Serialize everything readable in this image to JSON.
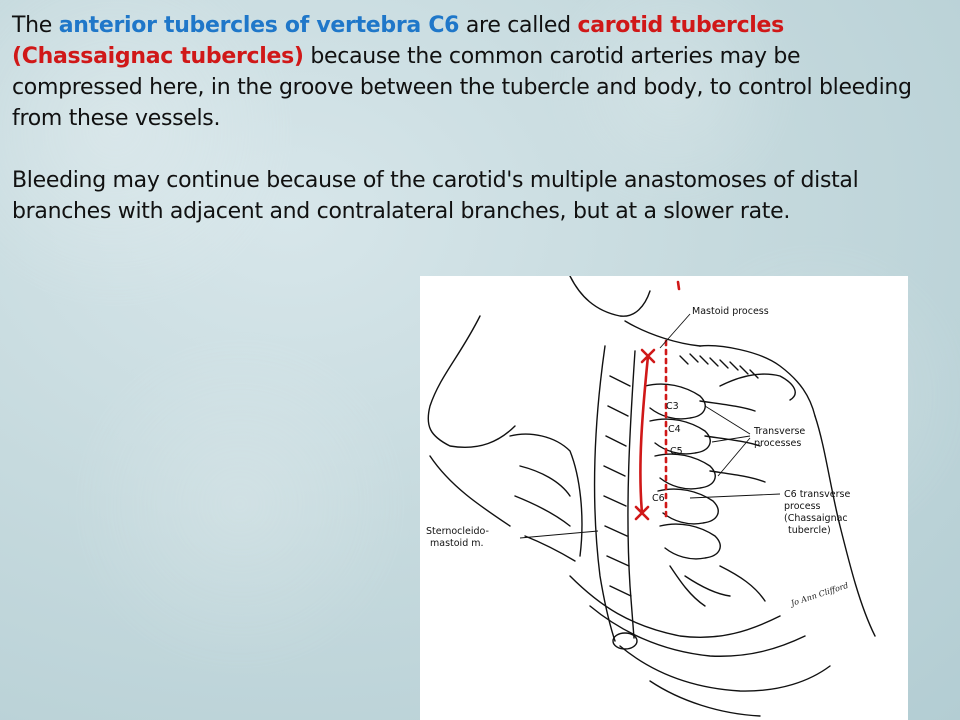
{
  "paragraph1": {
    "t1": "The ",
    "t2": "anterior tubercles of vertebra C6",
    "t3": " are called ",
    "t4": "carotid tubercles (Chassaignac tubercles)",
    "t5": " because the common carotid arteries may be compressed here, in the groove between the tubercle and body, to control bleeding from these vessels."
  },
  "paragraph2": {
    "text": "Bleeding may continue because of the carotid's multiple anastomoses of distal branches with adjacent and contralateral branches, but at a slower rate."
  },
  "figure": {
    "labels": {
      "mastoid": "Mastoid process",
      "c3": "C3",
      "c4": "C4",
      "c5": "C5",
      "c6": "C6",
      "transverse1": "Transverse",
      "transverse2": "processes",
      "c6tp1": "C6 transverse",
      "c6tp2": "process",
      "c6tp3": "(Chassaignac",
      "c6tp4": "tubercle)",
      "scm1": "Sternocleido-",
      "scm2": "mastoid m.",
      "signature": "Jo Ann Clifford"
    },
    "colors": {
      "highlight_line": "#d01818",
      "ink": "#111111"
    }
  }
}
